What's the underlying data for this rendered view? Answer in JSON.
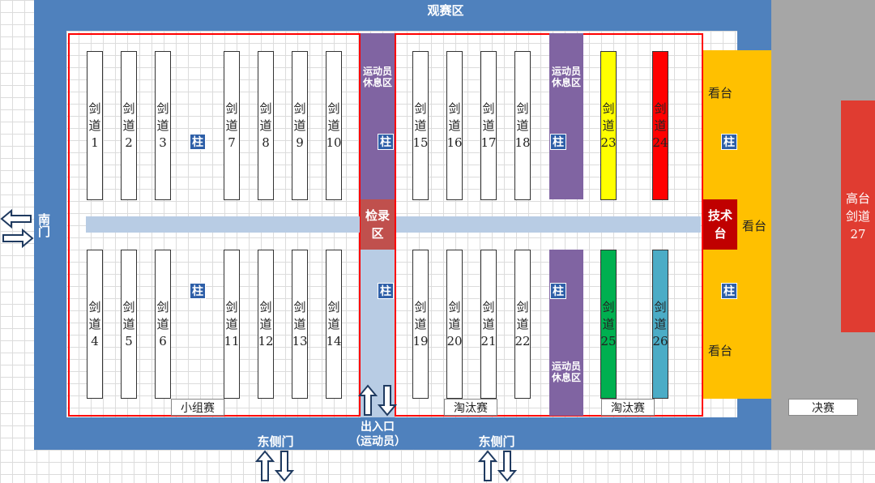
{
  "zones": {
    "spectator": "观赛区",
    "south_gate": "南门",
    "check_in": "检录区",
    "tech_table": "技术台",
    "athlete_exit": "出入口",
    "athlete_exit_note": "（运动员）",
    "east_gate_1": "东侧门",
    "east_gate_2": "东侧门",
    "final_label": "决赛",
    "high_piste": "高台剑道27"
  },
  "sections": {
    "group": "小组赛",
    "knockout_1": "淘汰赛",
    "knockout_2": "淘汰赛"
  },
  "rest_area": "运动员休息区",
  "pillar": "柱",
  "stand": "看台",
  "pistes": {
    "prefix": "剑道",
    "top_left": [
      "1",
      "2",
      "3",
      "7",
      "8",
      "9",
      "10"
    ],
    "bottom_left": [
      "4",
      "5",
      "6",
      "11",
      "12",
      "13",
      "14"
    ],
    "top_mid": [
      "15",
      "16",
      "17",
      "18"
    ],
    "bottom_mid": [
      "19",
      "20",
      "21",
      "22"
    ],
    "top_right": [
      "23",
      "24"
    ],
    "bottom_right": [
      "25",
      "26"
    ]
  },
  "colors": {
    "piste_23": "#ffff00",
    "piste_24": "#ff0000",
    "piste_25": "#00b050",
    "piste_26": "#4bacc6",
    "border": "#4f81bd",
    "stand": "#ffc000",
    "rest": "#8064a2",
    "tech": "#c00000",
    "final_area": "#a6a6a6",
    "high_piste": "#e03c31",
    "red_line": "#ff0000",
    "aisle": "#b8cce4"
  }
}
